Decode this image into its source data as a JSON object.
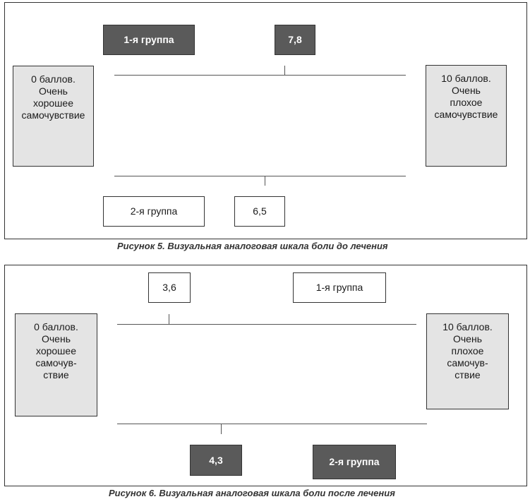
{
  "figure5": {
    "caption": "Рисунок 5. Визуальная аналоговая шкала боли до лечения",
    "left_label": "0 баллов.\nОчень\nхорошее\nсамочувствие",
    "right_label": "10 баллов.\nОчень\nплохое\nсамочувствие",
    "group1": {
      "name": "1-я группа",
      "value": "7,8"
    },
    "group2": {
      "name": "2-я группа",
      "value": "6,5"
    }
  },
  "figure6": {
    "caption": "Рисунок 6. Визуальная аналоговая шкала боли после лечения",
    "left_label": "0 баллов.\nОчень\nхорошее\nсамочув-\nствие",
    "right_label": "10 баллов.\nОчень\nплохое\nсамочув-\nствие",
    "group1": {
      "name": "1-я группа",
      "value": "3,6"
    },
    "group2": {
      "name": "2-я группа",
      "value": "4,3"
    }
  },
  "colors": {
    "highlight_box": "#5a5a5a",
    "side_box": "#e4e4e4",
    "border": "#333333"
  }
}
